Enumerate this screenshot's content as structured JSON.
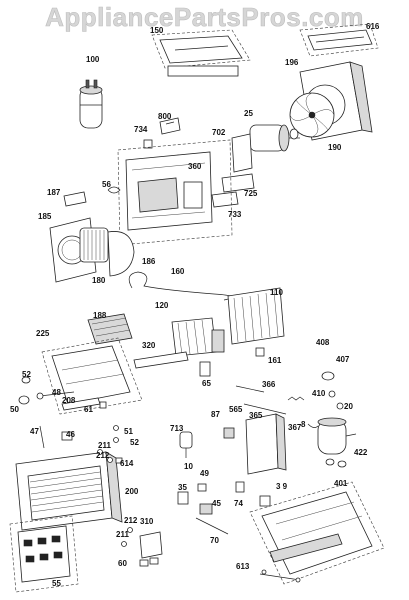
{
  "watermark": "AppliancePartsPros.com",
  "part_labels": [
    {
      "id": "150",
      "text": "150"
    },
    {
      "id": "616",
      "text": "616"
    },
    {
      "id": "100",
      "text": "100"
    },
    {
      "id": "196",
      "text": "196"
    },
    {
      "id": "800",
      "text": "800"
    },
    {
      "id": "25",
      "text": "25"
    },
    {
      "id": "734",
      "text": "734"
    },
    {
      "id": "702",
      "text": "702"
    },
    {
      "id": "190",
      "text": "190"
    },
    {
      "id": "360",
      "text": "360"
    },
    {
      "id": "725",
      "text": "725"
    },
    {
      "id": "56",
      "text": "56"
    },
    {
      "id": "733",
      "text": "733"
    },
    {
      "id": "187",
      "text": "187"
    },
    {
      "id": "185",
      "text": "185"
    },
    {
      "id": "186",
      "text": "186"
    },
    {
      "id": "180",
      "text": "180"
    },
    {
      "id": "160",
      "text": "160"
    },
    {
      "id": "110",
      "text": "110"
    },
    {
      "id": "120",
      "text": "120"
    },
    {
      "id": "188",
      "text": "188"
    },
    {
      "id": "225",
      "text": "225"
    },
    {
      "id": "320",
      "text": "320"
    },
    {
      "id": "161",
      "text": "161"
    },
    {
      "id": "408",
      "text": "408"
    },
    {
      "id": "407",
      "text": "407"
    },
    {
      "id": "52a",
      "text": "52"
    },
    {
      "id": "65",
      "text": "65"
    },
    {
      "id": "48",
      "text": "48"
    },
    {
      "id": "366",
      "text": "366"
    },
    {
      "id": "410",
      "text": "410"
    },
    {
      "id": "50",
      "text": "50"
    },
    {
      "id": "208",
      "text": "208"
    },
    {
      "id": "61",
      "text": "61"
    },
    {
      "id": "20",
      "text": "20"
    },
    {
      "id": "365",
      "text": "365"
    },
    {
      "id": "87",
      "text": "87"
    },
    {
      "id": "565",
      "text": "565"
    },
    {
      "id": "367",
      "text": "367"
    },
    {
      "id": "47",
      "text": "47"
    },
    {
      "id": "46",
      "text": "46"
    },
    {
      "id": "51",
      "text": "51"
    },
    {
      "id": "713",
      "text": "713"
    },
    {
      "id": "8",
      "text": "8"
    },
    {
      "id": "52b",
      "text": "52"
    },
    {
      "id": "211a",
      "text": "211"
    },
    {
      "id": "422",
      "text": "422"
    },
    {
      "id": "212a",
      "text": "212"
    },
    {
      "id": "614",
      "text": "614"
    },
    {
      "id": "10",
      "text": "10"
    },
    {
      "id": "49",
      "text": "49"
    },
    {
      "id": "401",
      "text": "401"
    },
    {
      "id": "200",
      "text": "200"
    },
    {
      "id": "35",
      "text": "35"
    },
    {
      "id": "74",
      "text": "74"
    },
    {
      "id": "39",
      "text": "3 9"
    },
    {
      "id": "212b",
      "text": "212"
    },
    {
      "id": "45",
      "text": "45"
    },
    {
      "id": "310",
      "text": "310"
    },
    {
      "id": "211b",
      "text": "211"
    },
    {
      "id": "70",
      "text": "70"
    },
    {
      "id": "60",
      "text": "60"
    },
    {
      "id": "613",
      "text": "613"
    },
    {
      "id": "55",
      "text": "55"
    }
  ]
}
